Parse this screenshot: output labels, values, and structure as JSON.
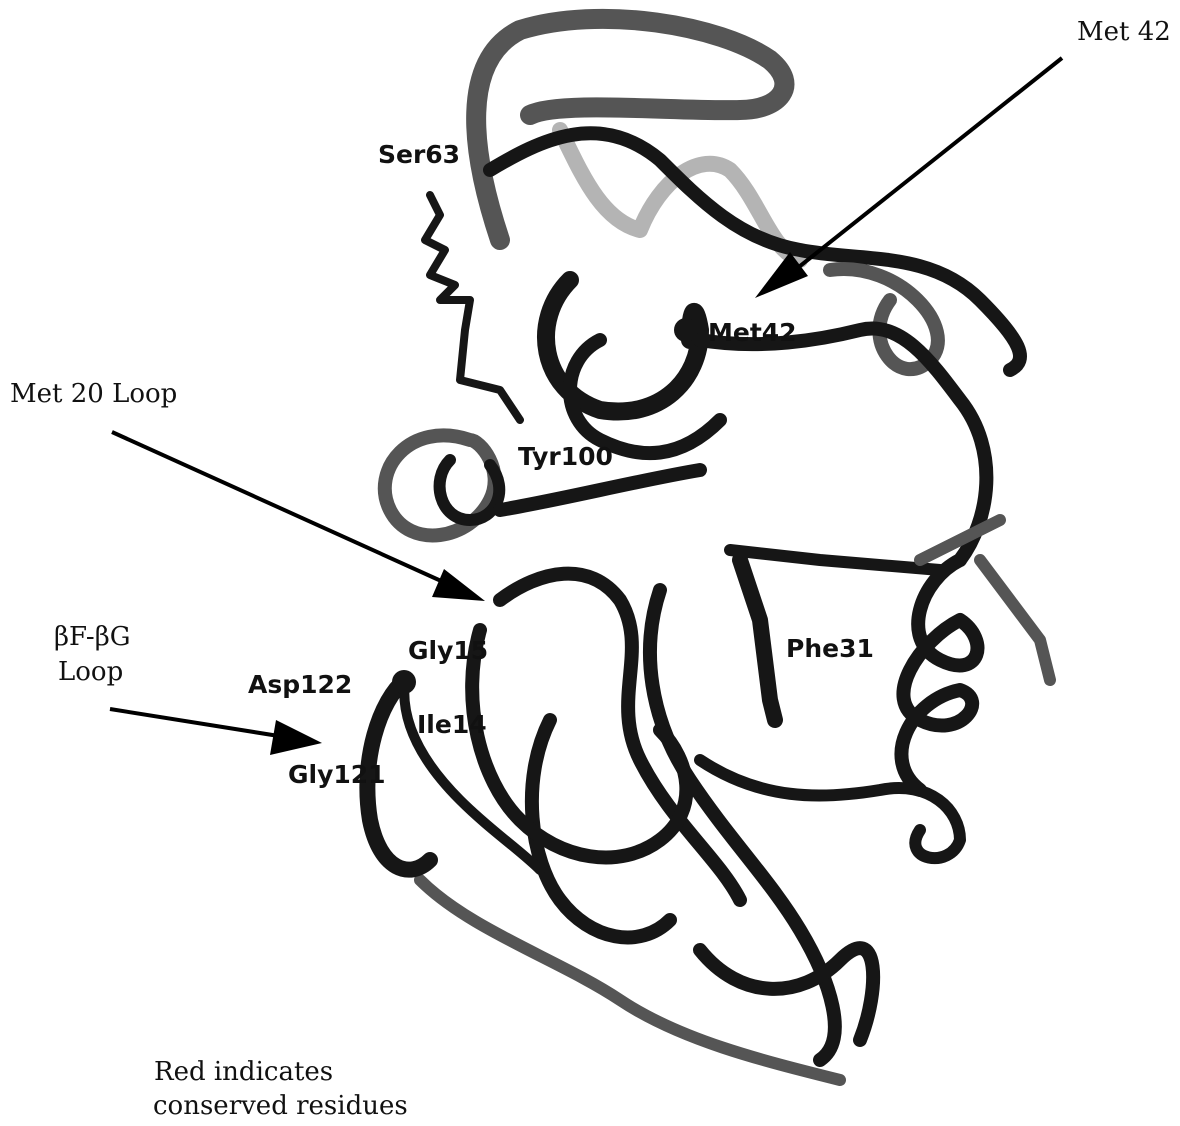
{
  "callouts": {
    "met42": "Met 42",
    "met20_loop": "Met 20 Loop",
    "bf_bg_loop_line1": "βF-βG",
    "bf_bg_loop_line2": "Loop"
  },
  "residues": {
    "ser63": "Ser63",
    "met42": "Met42",
    "tyr100": "Tyr100",
    "gly15": "Gly15",
    "phe31": "Phe31",
    "asp122": "Asp122",
    "ile14": "Ile14",
    "gly121": "Gly121"
  },
  "note": {
    "line1": "Red indicates",
    "line2": "conserved  residues"
  },
  "colors": {
    "ribbon_dark": "#161616",
    "ribbon_mid": "#555555",
    "ribbon_light": "#b4b4b4",
    "arrow": "#000000"
  }
}
